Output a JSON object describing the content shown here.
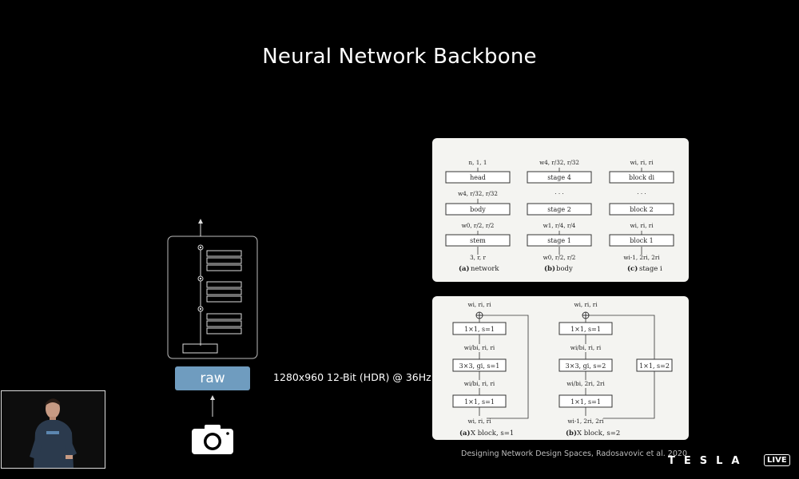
{
  "slide": {
    "title": "Neural Network Backbone",
    "raw_label": "raw",
    "sensor_spec": "1280x960 12-Bit (HDR) @ 36Hz",
    "citation": "Designing Network Design Spaces, Radosavovic et al. 2020",
    "brand": "TESLA",
    "live_badge": "LIVE"
  },
  "figure_top": {
    "network": {
      "top": "n, 1, 1",
      "mid1": "w4, r/32, r/32",
      "mid2": "w0, r/2, r/2",
      "bottom": "3, r, r",
      "blocks": [
        "head",
        "body",
        "stem"
      ],
      "caption_letter": "(a)",
      "caption": "network"
    },
    "body": {
      "top": "w4, r/32, r/32",
      "mid2": "w1, r/4, r/4",
      "bottom": "w0, r/2, r/2",
      "blocks": [
        "stage 4",
        "stage 2",
        "stage 1"
      ],
      "dots": "· · ·",
      "caption_letter": "(b)",
      "caption": "body"
    },
    "stage": {
      "top": "wi, ri, ri",
      "mid2": "wi, ri, ri",
      "bottom": "wi-1, 2ri, 2ri",
      "blocks": [
        "block di",
        "block 2",
        "block 1"
      ],
      "dots": "· · ·",
      "caption_letter": "(c)",
      "caption": "stage i"
    }
  },
  "figure_bottom": {
    "s1": {
      "top": "wi, ri, ri",
      "l1": "wi/bi, ri, ri",
      "l2": "wi/bi, ri, ri",
      "bottom": "wi, ri, ri",
      "blocks": [
        "1×1, s=1",
        "3×3, gi, s=1",
        "1×1, s=1"
      ],
      "caption_letter": "(a)",
      "caption": "X block, s=1"
    },
    "s2": {
      "top": "wi, ri, ri",
      "l1": "wi/bi, ri, ri",
      "l2": "wi/bi, 2ri, 2ri",
      "bottom": "wi-1, 2ri, 2ri",
      "blocks": [
        "1×1, s=1",
        "3×3, gi, s=2",
        "1×1, s=1"
      ],
      "shortcut": "1×1, s=2",
      "caption_letter": "(b)",
      "caption": "X block, s=2"
    }
  }
}
